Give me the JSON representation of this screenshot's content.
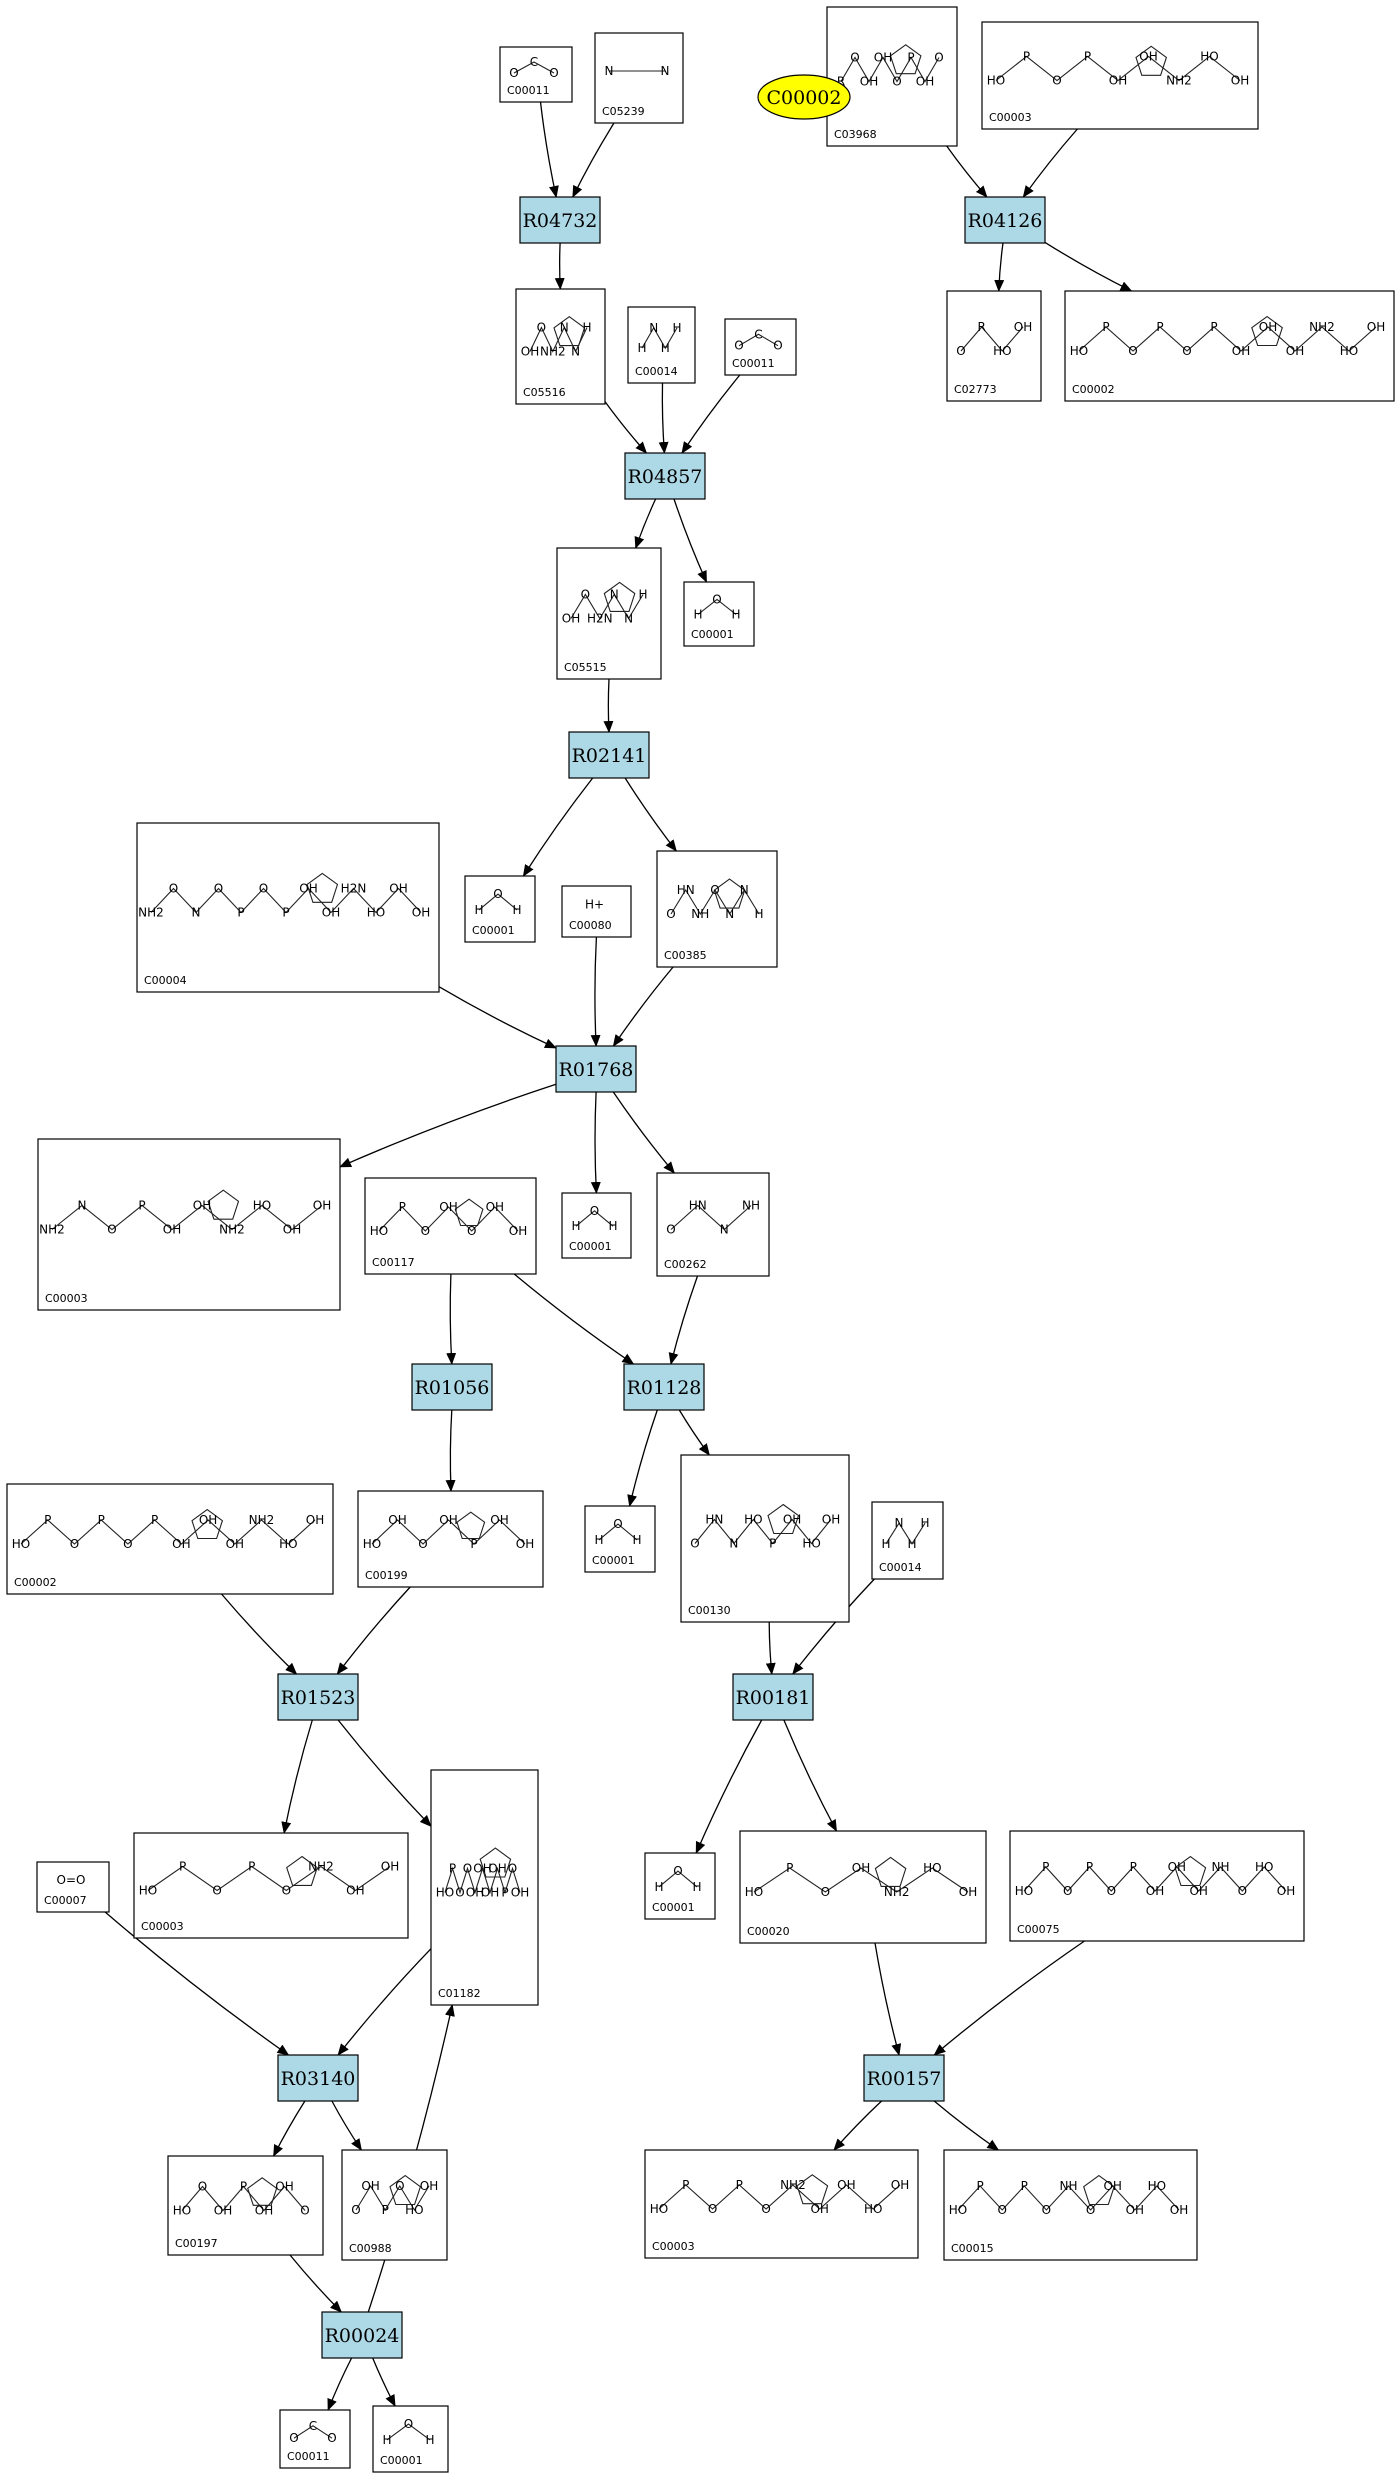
{
  "highlight": {
    "label": "C00002",
    "color": "#ffff00"
  },
  "colors": {
    "reaction_fill": "#add8e6",
    "compound_fill": "#ffffff",
    "edge": "#000000"
  },
  "reactions": [
    {
      "id": "R04732",
      "label": "R04732"
    },
    {
      "id": "R04126",
      "label": "R04126"
    },
    {
      "id": "R04857",
      "label": "R04857"
    },
    {
      "id": "R02141",
      "label": "R02141"
    },
    {
      "id": "R01768",
      "label": "R01768"
    },
    {
      "id": "R01056",
      "label": "R01056"
    },
    {
      "id": "R01128",
      "label": "R01128"
    },
    {
      "id": "R01523",
      "label": "R01523"
    },
    {
      "id": "R00181",
      "label": "R00181"
    },
    {
      "id": "R03140",
      "label": "R03140"
    },
    {
      "id": "R00157",
      "label": "R00157"
    },
    {
      "id": "R00024",
      "label": "R00024"
    }
  ],
  "compounds": [
    {
      "id": "n1",
      "label": "C00011",
      "atoms": [
        "O",
        "C",
        "O"
      ]
    },
    {
      "id": "n2",
      "label": "C05239",
      "atoms": [
        "N",
        "N"
      ]
    },
    {
      "id": "n3",
      "label": "C03968",
      "atoms": [
        "R",
        "O",
        "OH",
        "OH",
        "O",
        "P",
        "OH",
        "O"
      ]
    },
    {
      "id": "n4",
      "label": "C00003",
      "atoms": [
        "HO",
        "P",
        "O",
        "P",
        "OH",
        "OH",
        "NH2",
        "HO",
        "OH"
      ]
    },
    {
      "id": "n5",
      "label": "C05516",
      "atoms": [
        "OH",
        "O",
        "NH2",
        "N",
        "N",
        "H"
      ]
    },
    {
      "id": "n6",
      "label": "C00014",
      "atoms": [
        "H",
        "N",
        "H",
        "H"
      ]
    },
    {
      "id": "n7",
      "label": "C00011",
      "atoms": [
        "O",
        "C",
        "O"
      ]
    },
    {
      "id": "n8",
      "label": "C02773",
      "atoms": [
        "O",
        "R",
        "HO",
        "OH"
      ]
    },
    {
      "id": "n9",
      "label": "C00002",
      "atoms": [
        "HO",
        "P",
        "O",
        "P",
        "O",
        "P",
        "OH",
        "OH",
        "OH",
        "NH2",
        "HO",
        "OH"
      ]
    },
    {
      "id": "n10",
      "label": "C05515",
      "atoms": [
        "OH",
        "O",
        "H2N",
        "N",
        "N",
        "H"
      ]
    },
    {
      "id": "n11",
      "label": "C00001",
      "atoms": [
        "H",
        "O",
        "H"
      ]
    },
    {
      "id": "n12",
      "label": "C00004",
      "atoms": [
        "NH2",
        "O",
        "N",
        "O",
        "P",
        "O",
        "P",
        "OH",
        "OH",
        "H2N",
        "HO",
        "OH",
        "OH"
      ]
    },
    {
      "id": "n13",
      "label": "C00001",
      "atoms": [
        "H",
        "O",
        "H"
      ]
    },
    {
      "id": "n14",
      "label": "C00080",
      "atoms": [
        "H+"
      ]
    },
    {
      "id": "n15",
      "label": "C00385",
      "atoms": [
        "O",
        "HN",
        "NH",
        "O",
        "N",
        "N",
        "H"
      ]
    },
    {
      "id": "n16",
      "label": "C00003",
      "atoms": [
        "NH2",
        "N",
        "O",
        "P",
        "OH",
        "OH",
        "NH2",
        "HO",
        "OH",
        "OH"
      ]
    },
    {
      "id": "n17",
      "label": "C00117",
      "atoms": [
        "HO",
        "P",
        "O",
        "OH",
        "O",
        "OH",
        "OH"
      ]
    },
    {
      "id": "n18",
      "label": "C00001",
      "atoms": [
        "H",
        "O",
        "H"
      ]
    },
    {
      "id": "n19",
      "label": "C00262",
      "atoms": [
        "O",
        "HN",
        "N",
        "NH"
      ]
    },
    {
      "id": "n20",
      "label": "C00002",
      "atoms": [
        "HO",
        "P",
        "O",
        "P",
        "O",
        "P",
        "OH",
        "OH",
        "OH",
        "NH2",
        "HO",
        "OH"
      ]
    },
    {
      "id": "n21",
      "label": "C00199",
      "atoms": [
        "HO",
        "OH",
        "O",
        "OH",
        "P",
        "OH",
        "OH"
      ]
    },
    {
      "id": "n22",
      "label": "C00001",
      "atoms": [
        "H",
        "O",
        "H"
      ]
    },
    {
      "id": "n23",
      "label": "C00130",
      "atoms": [
        "O",
        "HN",
        "N",
        "HO",
        "P",
        "OH",
        "HO",
        "OH"
      ]
    },
    {
      "id": "n24",
      "label": "C00014",
      "atoms": [
        "H",
        "N",
        "H",
        "H"
      ]
    },
    {
      "id": "n25",
      "label": "C00003",
      "atoms": [
        "HO",
        "P",
        "O",
        "P",
        "O",
        "NH2",
        "OH",
        "OH"
      ]
    },
    {
      "id": "n26",
      "label": "C01182",
      "atoms": [
        "HO",
        "P",
        "O",
        "O",
        "OH",
        "OH",
        "OH",
        "OH",
        "P",
        "O",
        "OH"
      ]
    },
    {
      "id": "n27",
      "label": "C00007",
      "atoms": [
        "O=O"
      ]
    },
    {
      "id": "n28",
      "label": "C00001",
      "atoms": [
        "H",
        "O",
        "H"
      ]
    },
    {
      "id": "n29",
      "label": "C00020",
      "atoms": [
        "HO",
        "P",
        "O",
        "OH",
        "NH2",
        "HO",
        "OH"
      ]
    },
    {
      "id": "n30",
      "label": "C00075",
      "atoms": [
        "HO",
        "P",
        "O",
        "P",
        "O",
        "P",
        "OH",
        "OH",
        "OH",
        "NH",
        "O",
        "HO",
        "OH"
      ]
    },
    {
      "id": "n31",
      "label": "C00197",
      "atoms": [
        "HO",
        "O",
        "OH",
        "P",
        "OH",
        "OH",
        "O"
      ]
    },
    {
      "id": "n32",
      "label": "C00988",
      "atoms": [
        "O",
        "OH",
        "P",
        "O",
        "HO",
        "OH"
      ]
    },
    {
      "id": "n33",
      "label": "C00003",
      "atoms": [
        "HO",
        "P",
        "O",
        "P",
        "O",
        "NH2",
        "OH",
        "OH",
        "HO",
        "OH"
      ]
    },
    {
      "id": "n34",
      "label": "C00015",
      "atoms": [
        "HO",
        "P",
        "O",
        "P",
        "O",
        "NH",
        "O",
        "OH",
        "OH",
        "HO",
        "OH"
      ]
    },
    {
      "id": "n35",
      "label": "C00011",
      "atoms": [
        "O",
        "C",
        "O"
      ]
    },
    {
      "id": "n36",
      "label": "C00001",
      "atoms": [
        "H",
        "O",
        "H"
      ]
    }
  ]
}
